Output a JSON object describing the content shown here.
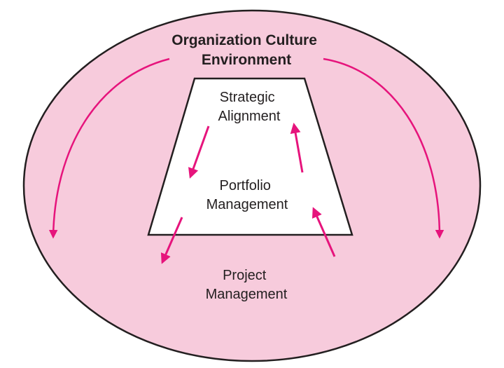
{
  "diagram": {
    "title_lines": [
      "Organization Culture",
      "Environment"
    ],
    "strategic_alignment_lines": [
      "Strategic",
      "Alignment"
    ],
    "portfolio_management_lines": [
      "Portfolio",
      "Management"
    ],
    "project_management_lines": [
      "Project",
      "Management"
    ]
  },
  "colors": {
    "ellipse_fill": "#f7cbdc",
    "ellipse_stroke": "#231f20",
    "trapezoid_fill": "#ffffff",
    "arrow": "#e6147c",
    "text": "#231f20"
  }
}
